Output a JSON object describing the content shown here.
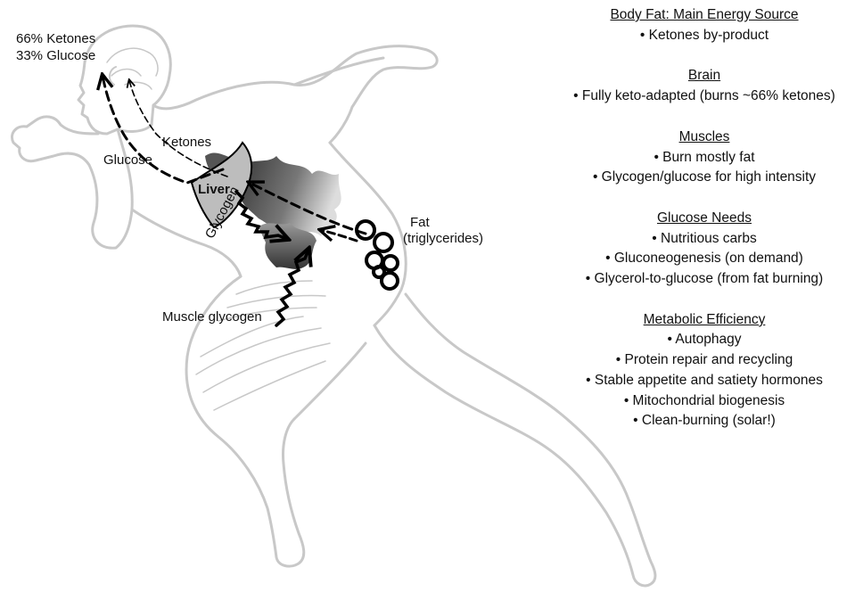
{
  "labels": {
    "brain_ratio_1": "66% Ketones",
    "brain_ratio_2": "33% Glucose",
    "ketones": "Ketones",
    "glucose": "Glucose",
    "liver": "Liver",
    "glycogen": "Glycogen",
    "fat": "Fat",
    "fat_sub": "(triglycerides)",
    "muscle_glycogen": "Muscle glycogen"
  },
  "sections": [
    {
      "title": "Body Fat: Main Energy Source",
      "items": [
        "• Ketones by-product"
      ]
    },
    {
      "title": "Brain",
      "items": [
        "• Fully keto-adapted (burns ~66% ketones)"
      ]
    },
    {
      "title": "Muscles",
      "items": [
        "• Burn mostly fat",
        "• Glycogen/glucose for high intensity"
      ]
    },
    {
      "title": "Glucose Needs",
      "items": [
        "• Nutritious carbs",
        "• Gluconeogenesis (on demand)",
        "• Glycerol-to-glucose (from fat burning)"
      ]
    },
    {
      "title": "Metabolic Efficiency",
      "items": [
        "• Autophagy",
        "• Protein repair and recycling",
        "• Stable appetite and satiety hormones",
        "• Mitochondrial biogenesis",
        "• Clean-burning (solar!)"
      ]
    }
  ],
  "colors": {
    "body_outline": "#c8c8c8",
    "liver_fill": "#bdbdbd",
    "flame_dark": "#3a3a3a",
    "flame_light": "#d0d0d0",
    "arrow": "#000000"
  }
}
